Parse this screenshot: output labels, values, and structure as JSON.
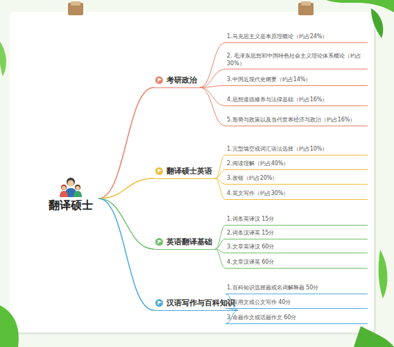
{
  "diagram": {
    "nodes": [
      {
        "text": [
          "翻译硕士"
        ]
      },
      {
        "text": [
          "考研政治"
        ]
      },
      {
        "text": [
          "1.马克思主义基本原理概论（约占24%）"
        ]
      },
      {
        "text": [
          "2. 毛泽东思想和中国特色社会主义理论体系概论（约占30%）"
        ]
      },
      {
        "text": [
          "3.中国近现代史纲要（约占14%）"
        ]
      },
      {
        "text": [
          "4.思想道德修养与法律基础（约占16%）"
        ]
      },
      {
        "text": [
          "5.形势与政策以及当代世界经济与政治（约占16%）"
        ]
      },
      {
        "text": [
          "翻译硕士英语"
        ]
      },
      {
        "text": [
          "1.完型填空或词汇语法选择（约占10%）"
        ]
      },
      {
        "text": [
          "2.阅读理解（约占40%）"
        ]
      },
      {
        "text": [
          "3.改错（约占20%）"
        ]
      },
      {
        "text": [
          "4.英文写作（约占30%）"
        ]
      },
      {
        "text": [
          "英语翻译基础"
        ]
      },
      {
        "text": [
          "1.词条英译汉 15分"
        ]
      },
      {
        "text": [
          "2.词条汉译英 15分"
        ]
      },
      {
        "text": [
          "3.文章英译汉 60分"
        ]
      },
      {
        "text": [
          "4.文章汉译英 60分"
        ]
      },
      {
        "text": [
          "汉语写作与百科知识"
        ]
      },
      {
        "text": [
          "1.百科知识选择题或名词解释题 50分"
        ]
      },
      {
        "text": [
          "2.应用文或公文写作 40分"
        ]
      },
      {
        "text": [
          "3.命题作文或话题作文 60分"
        ]
      }
    ],
    "edges": [
      {
        "from": 0,
        "to": 1,
        "arrow": "none"
      },
      {
        "from": 0,
        "to": 7,
        "arrow": "none"
      },
      {
        "from": 0,
        "to": 12,
        "arrow": "none"
      },
      {
        "from": 0,
        "to": 17,
        "arrow": "none"
      },
      {
        "from": 1,
        "to": 2,
        "arrow": "none"
      },
      {
        "from": 1,
        "to": 3,
        "arrow": "none"
      },
      {
        "from": 1,
        "to": 4,
        "arrow": "none"
      },
      {
        "from": 1,
        "to": 5,
        "arrow": "none"
      },
      {
        "from": 1,
        "to": 6,
        "arrow": "none"
      },
      {
        "from": 7,
        "to": 8,
        "arrow": "none"
      },
      {
        "from": 7,
        "to": 9,
        "arrow": "none"
      },
      {
        "from": 7,
        "to": 10,
        "arrow": "none"
      },
      {
        "from": 7,
        "to": 11,
        "arrow": "none"
      },
      {
        "from": 12,
        "to": 13,
        "arrow": "none"
      },
      {
        "from": 12,
        "to": 14,
        "arrow": "none"
      },
      {
        "from": 12,
        "to": 15,
        "arrow": "none"
      },
      {
        "from": 12,
        "to": 16,
        "arrow": "none"
      },
      {
        "from": 17,
        "to": 18,
        "arrow": "none"
      },
      {
        "from": 17,
        "to": 19,
        "arrow": "none"
      },
      {
        "from": 17,
        "to": 20,
        "arrow": "none"
      }
    ]
  }
}
